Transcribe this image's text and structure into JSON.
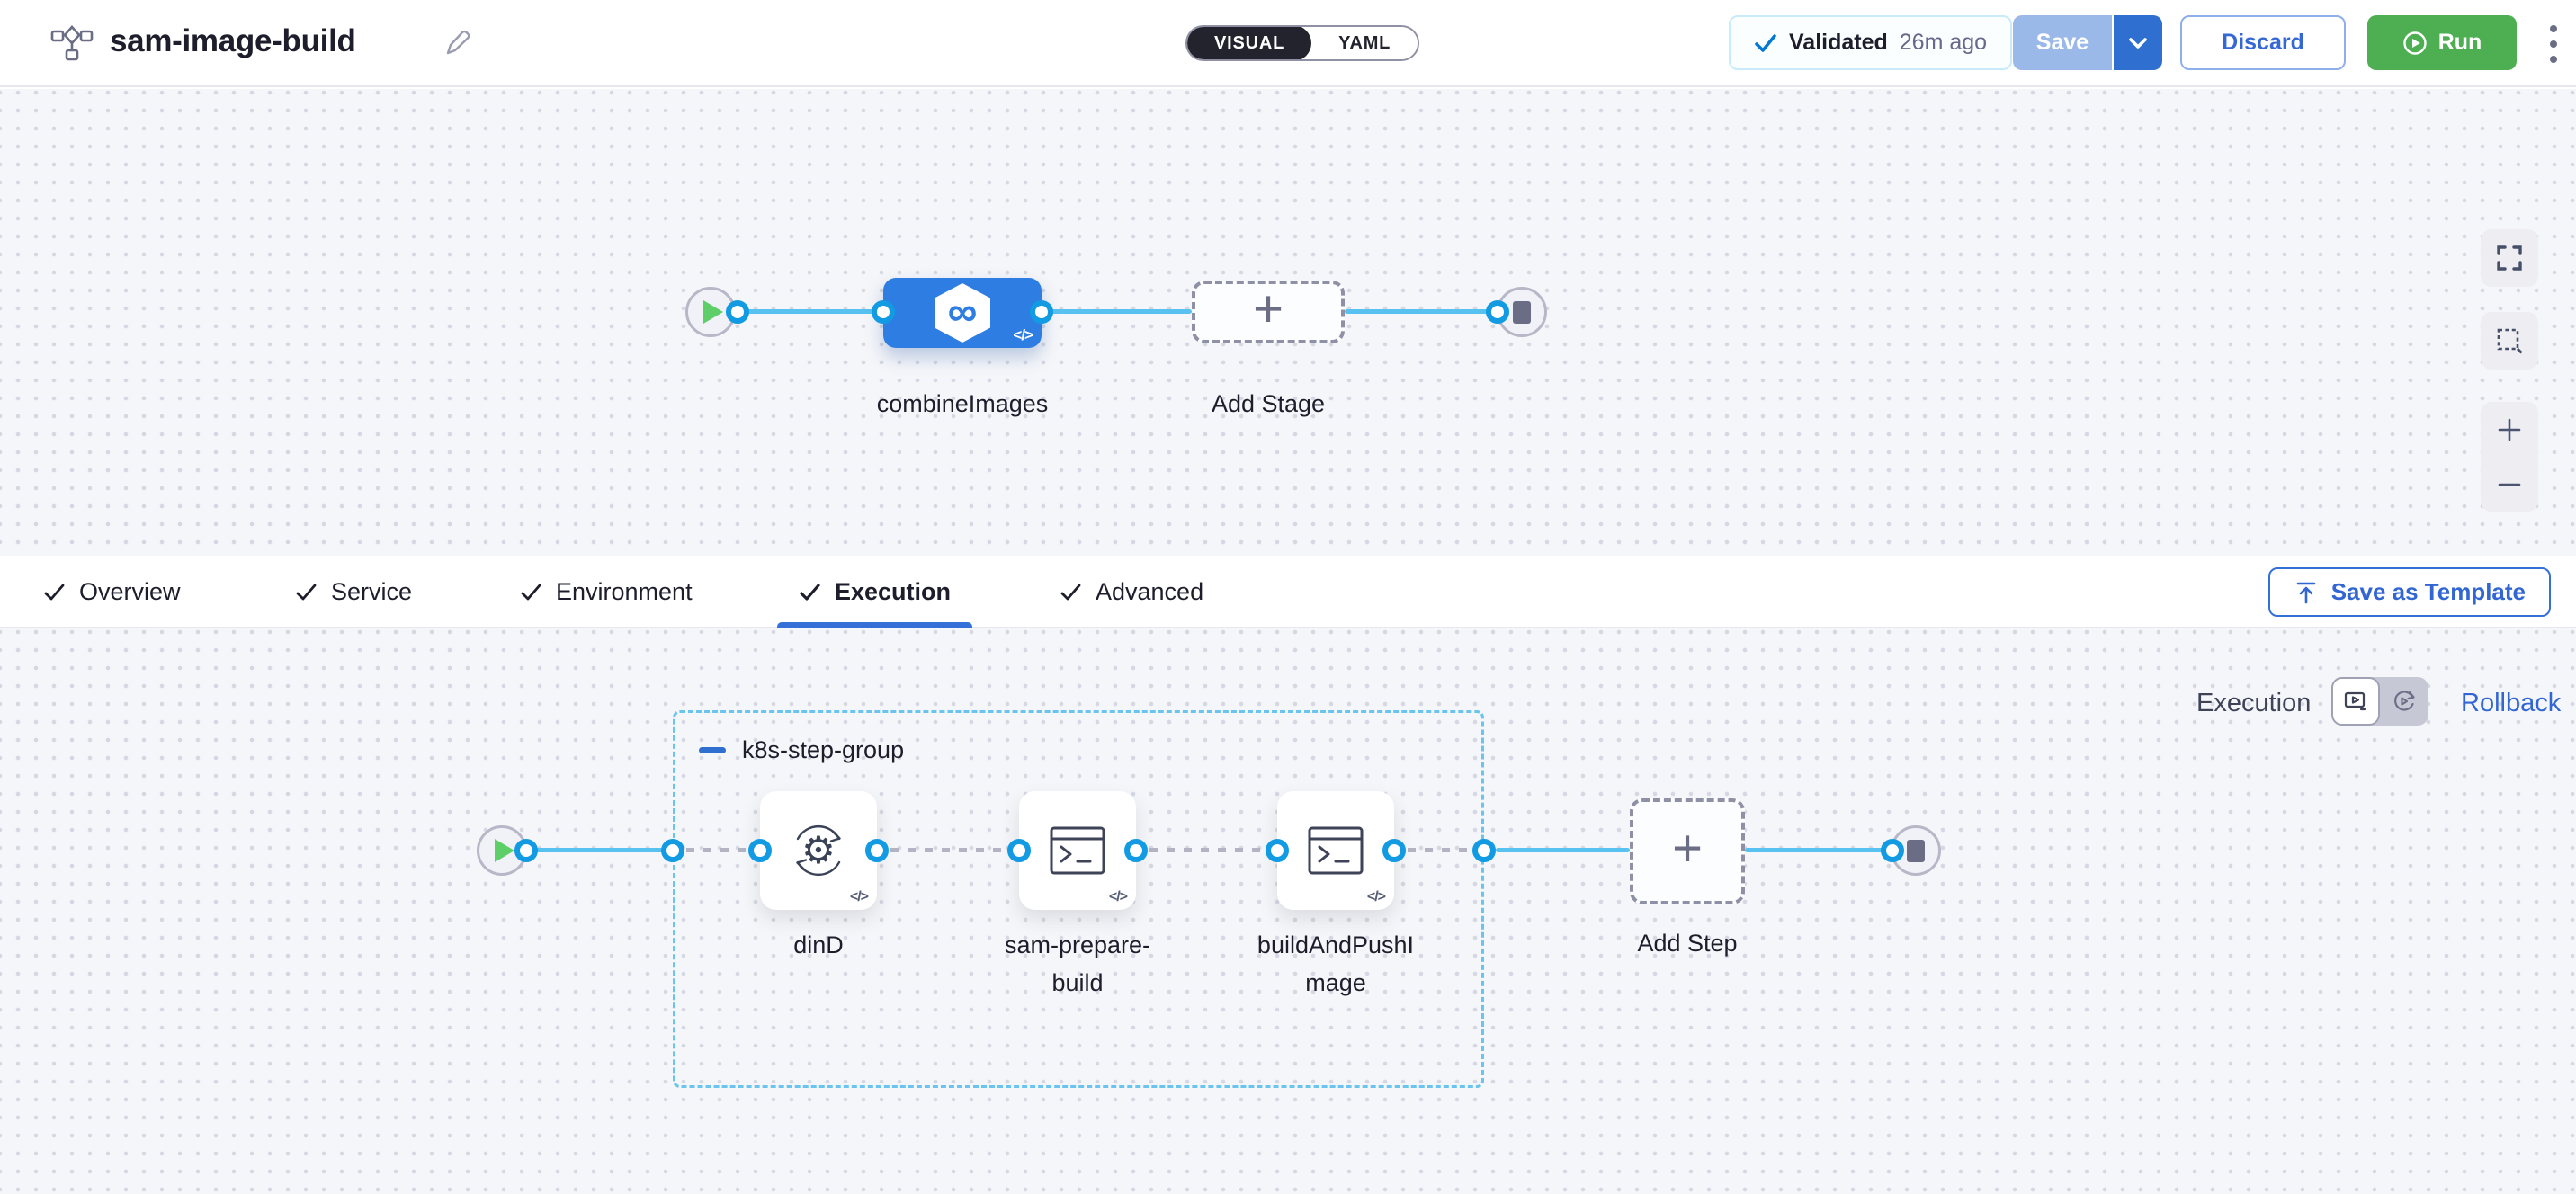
{
  "header": {
    "title": "sam-image-build",
    "view_toggle": {
      "visual": "VISUAL",
      "yaml": "YAML",
      "selected": "VISUAL"
    },
    "validated_badge": {
      "label": "Validated",
      "time_ago": "26m ago"
    },
    "save_button": "Save",
    "discard_button": "Discard",
    "run_button": "Run"
  },
  "stage_canvas": {
    "stage_name": "combineImages",
    "add_stage_label": "Add Stage"
  },
  "tab_bar": {
    "tabs": [
      {
        "label": "Overview",
        "checked": true,
        "active": false
      },
      {
        "label": "Service",
        "checked": true,
        "active": false
      },
      {
        "label": "Environment",
        "checked": true,
        "active": false
      },
      {
        "label": "Execution",
        "checked": true,
        "active": true
      },
      {
        "label": "Advanced",
        "checked": true,
        "active": false
      }
    ],
    "save_as_template_button": "Save as Template"
  },
  "execution_canvas": {
    "mode_label": "Execution",
    "rollback_label": "Rollback",
    "step_group_name": "k8s-step-group",
    "steps": [
      "dinD",
      "sam-prepare-build",
      "buildAndPushImage"
    ],
    "add_step_label": "Add Step"
  },
  "glyphs": {
    "code_badge": "</>",
    "stage_icon_infinity": "∞",
    "plus": "+"
  },
  "colors": {
    "primary_blue": "#2e6fd0",
    "stage_blue": "#2e7de2",
    "connector_line_blue": "#57c2ef",
    "connector_dot_blue": "#129be2",
    "run_green": "#4daf51",
    "validated_check_blue": "#0278d5",
    "tab_underline_blue": "#3570d8",
    "dark_text": "#1d1d2c"
  }
}
